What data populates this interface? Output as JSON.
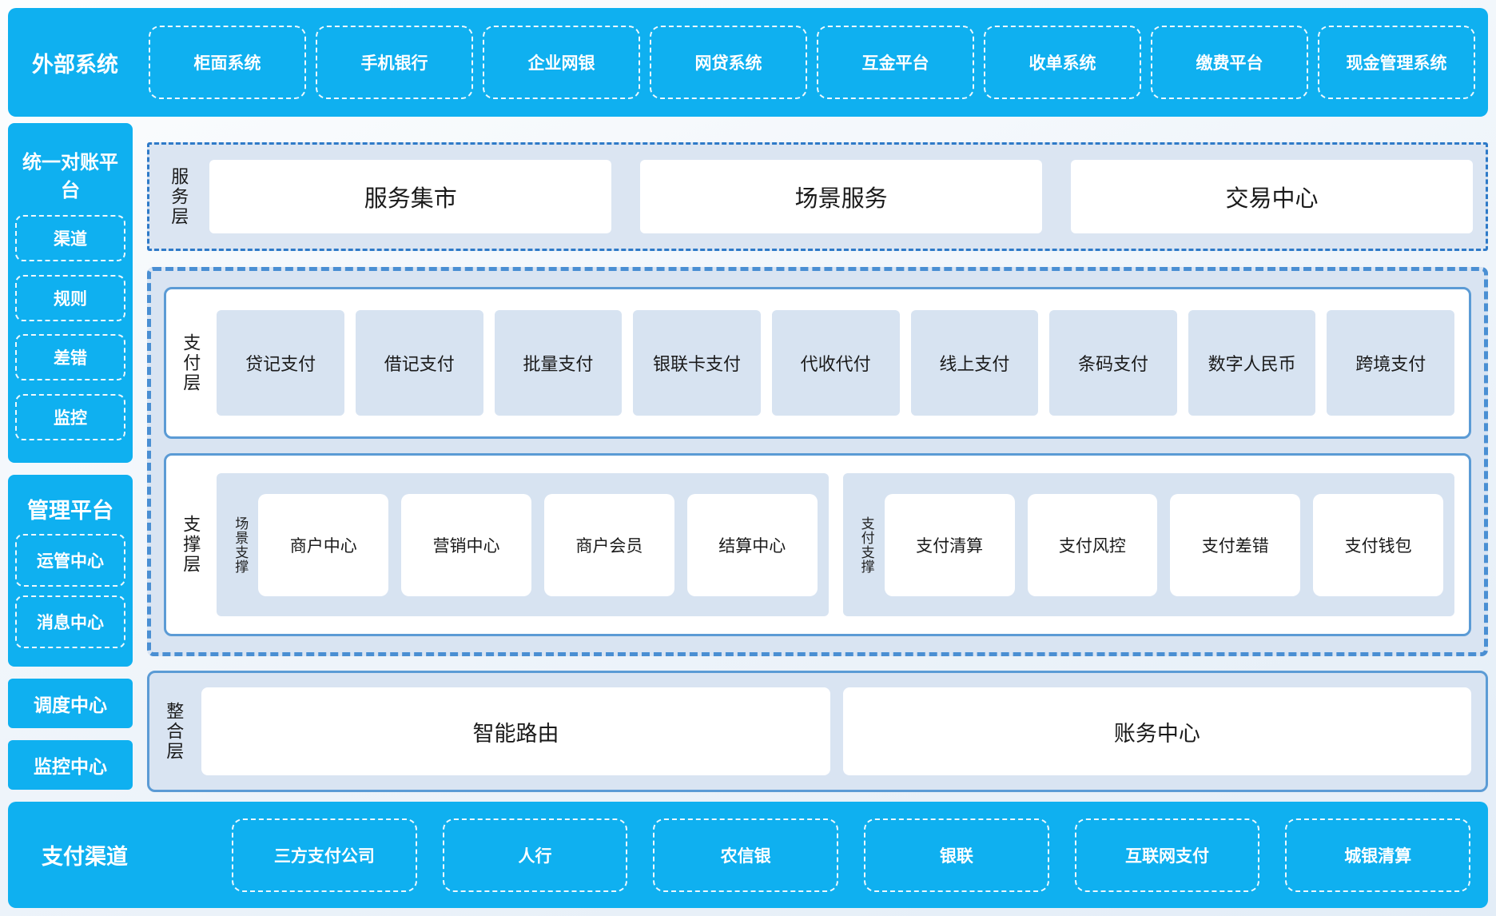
{
  "colors": {
    "primary_blue": "#0FB0F0",
    "panel_bg": "#dbe5f2",
    "tile_bg": "#d7e3f1",
    "solid_border": "#5b9bd5",
    "dashed_border": "#4a8fd3",
    "dashdot_border": "#2e7ac8",
    "dark_text": "#1a1a1a"
  },
  "top_bar": {
    "title": "外部系统",
    "items": [
      "柜面系统",
      "手机银行",
      "企业网银",
      "网贷系统",
      "互金平台",
      "收单系统",
      "缴费平台",
      "现金管理系统"
    ]
  },
  "sidebar": {
    "reconciliation": {
      "title": "统一对账平台",
      "items": [
        "渠道",
        "规则",
        "差错",
        "监控"
      ]
    },
    "management": {
      "title": "管理平台",
      "items": [
        "运管中心",
        "消息中心"
      ]
    },
    "standalone": [
      "调度中心",
      "监控中心"
    ]
  },
  "service_layer": {
    "label": "服务层",
    "items": [
      "服务集市",
      "场景服务",
      "交易中心"
    ]
  },
  "payment_layer": {
    "label": "支付层",
    "items": [
      "贷记支付",
      "借记支付",
      "批量支付",
      "银联卡支付",
      "代收代付",
      "线上支付",
      "条码支付",
      "数字人民币",
      "跨境支付"
    ]
  },
  "support_layer": {
    "label": "支撑层",
    "groups": [
      {
        "label": "场景支撑",
        "items": [
          "商户中心",
          "营销中心",
          "商户会员",
          "结算中心"
        ]
      },
      {
        "label": "支付支撑",
        "items": [
          "支付清算",
          "支付风控",
          "支付差错",
          "支付钱包"
        ]
      }
    ]
  },
  "integration_layer": {
    "label": "整合层",
    "items": [
      "智能路由",
      "账务中心"
    ]
  },
  "bottom_bar": {
    "title": "支付渠道",
    "items": [
      "三方支付公司",
      "人行",
      "农信银",
      "银联",
      "互联网支付",
      "城银清算"
    ]
  }
}
